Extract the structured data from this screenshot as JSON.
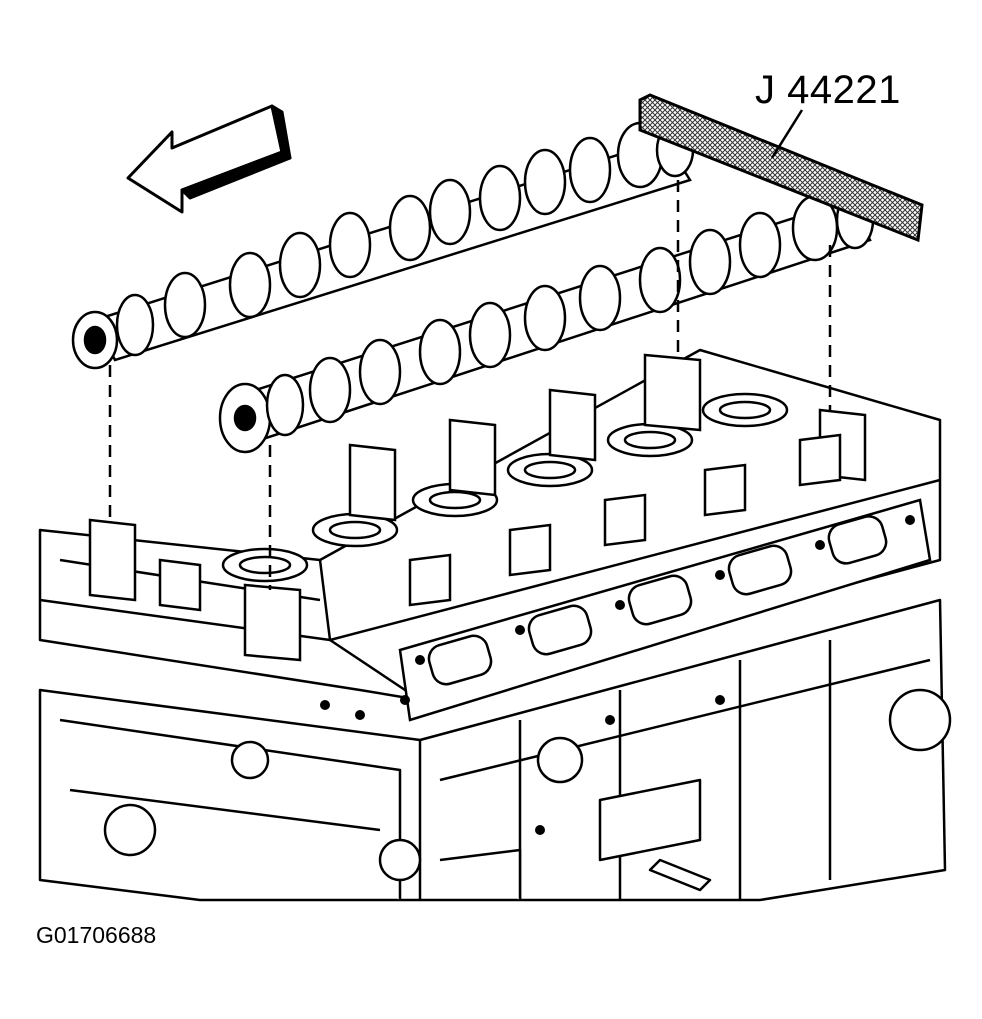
{
  "diagram": {
    "callout_tool_label": "J 44221",
    "figure_id": "G01706688",
    "arrow_direction": "left",
    "icons": [
      "direction-arrow-icon",
      "camshaft-icon",
      "cylinder-head-icon",
      "camshaft-alignment-tool-icon"
    ]
  },
  "colors": {
    "line": "#000000",
    "background": "#ffffff",
    "hatch": "#555555"
  }
}
